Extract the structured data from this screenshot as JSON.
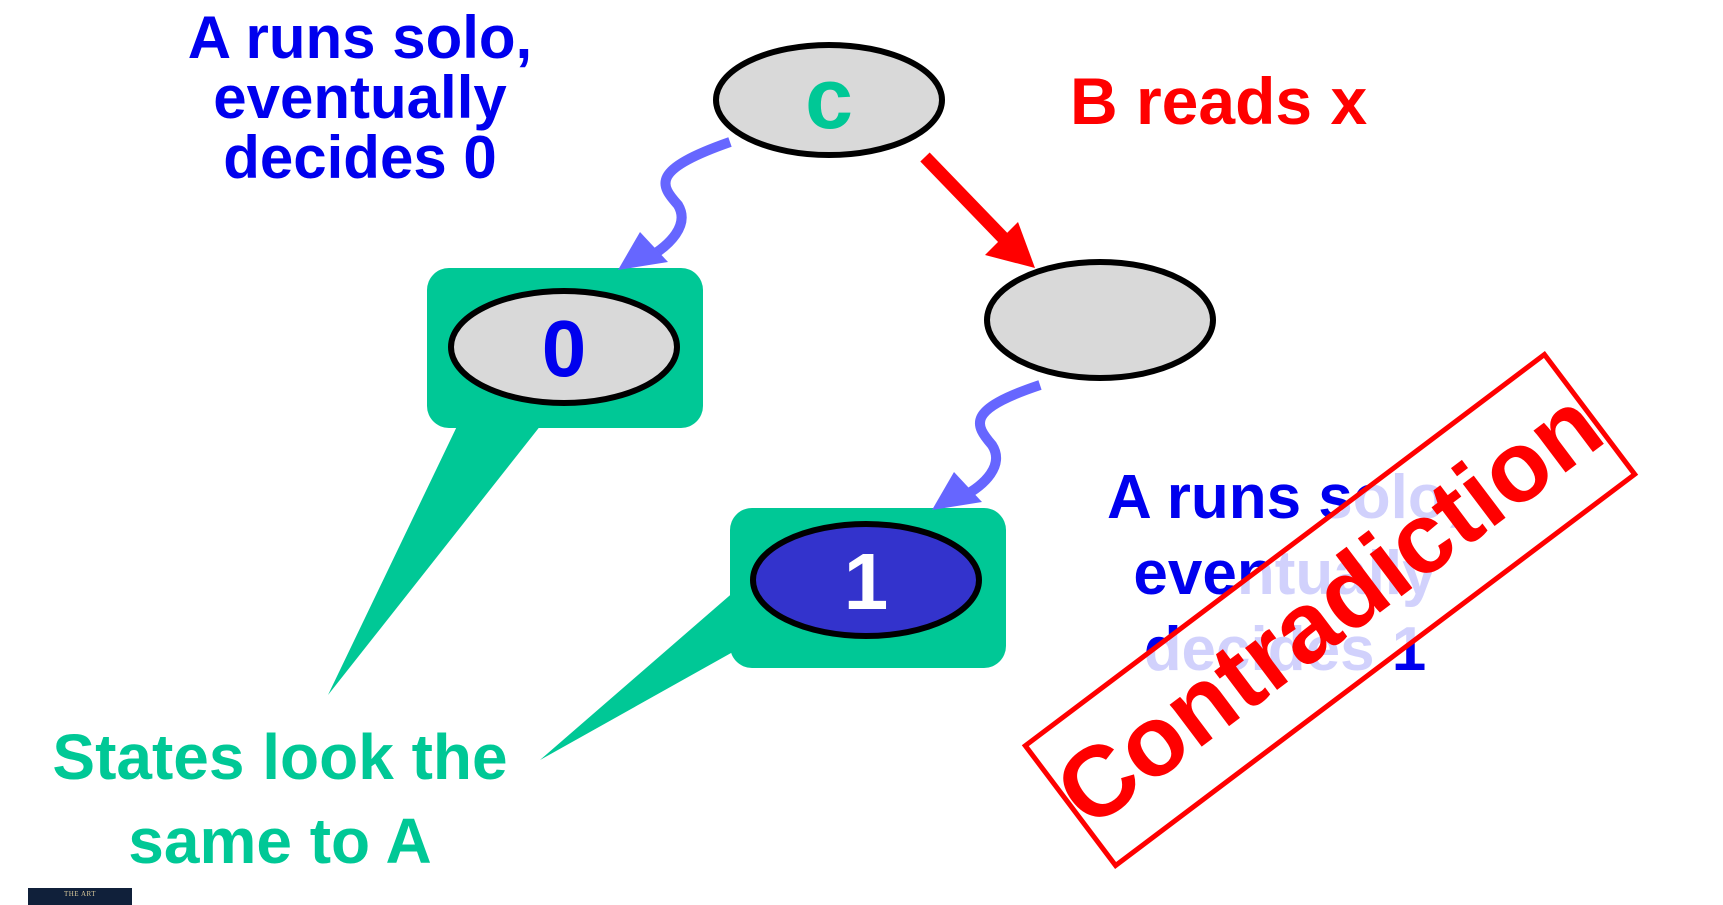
{
  "diagram": {
    "nodes": {
      "root": {
        "label": "c",
        "label_color": "#00c896",
        "fill": "#d9d9d9"
      },
      "after_b": {
        "label": "",
        "fill": "#d9d9d9"
      },
      "decide0": {
        "label": "0",
        "label_color": "#0000ee",
        "fill": "#d9d9d9"
      },
      "decide1": {
        "label": "1",
        "label_color": "#ffffff",
        "fill": "#3333cc"
      }
    },
    "labels": {
      "a_solo_0": [
        "A runs solo,",
        "eventually",
        "decides 0"
      ],
      "b_reads": "B reads x",
      "a_solo_1": [
        "A runs solo,",
        "eventually",
        "decides 1"
      ],
      "same_to_a": [
        "States look the",
        "same to A"
      ]
    },
    "stamp": {
      "text": "Contradiction",
      "color": "#ff0000"
    },
    "logo_text": "THE ART",
    "colors": {
      "callout": "#00c896",
      "squiggle_arrow": "#6666ff",
      "b_arrow": "#ff0000",
      "a_text": "#0000ee"
    }
  }
}
